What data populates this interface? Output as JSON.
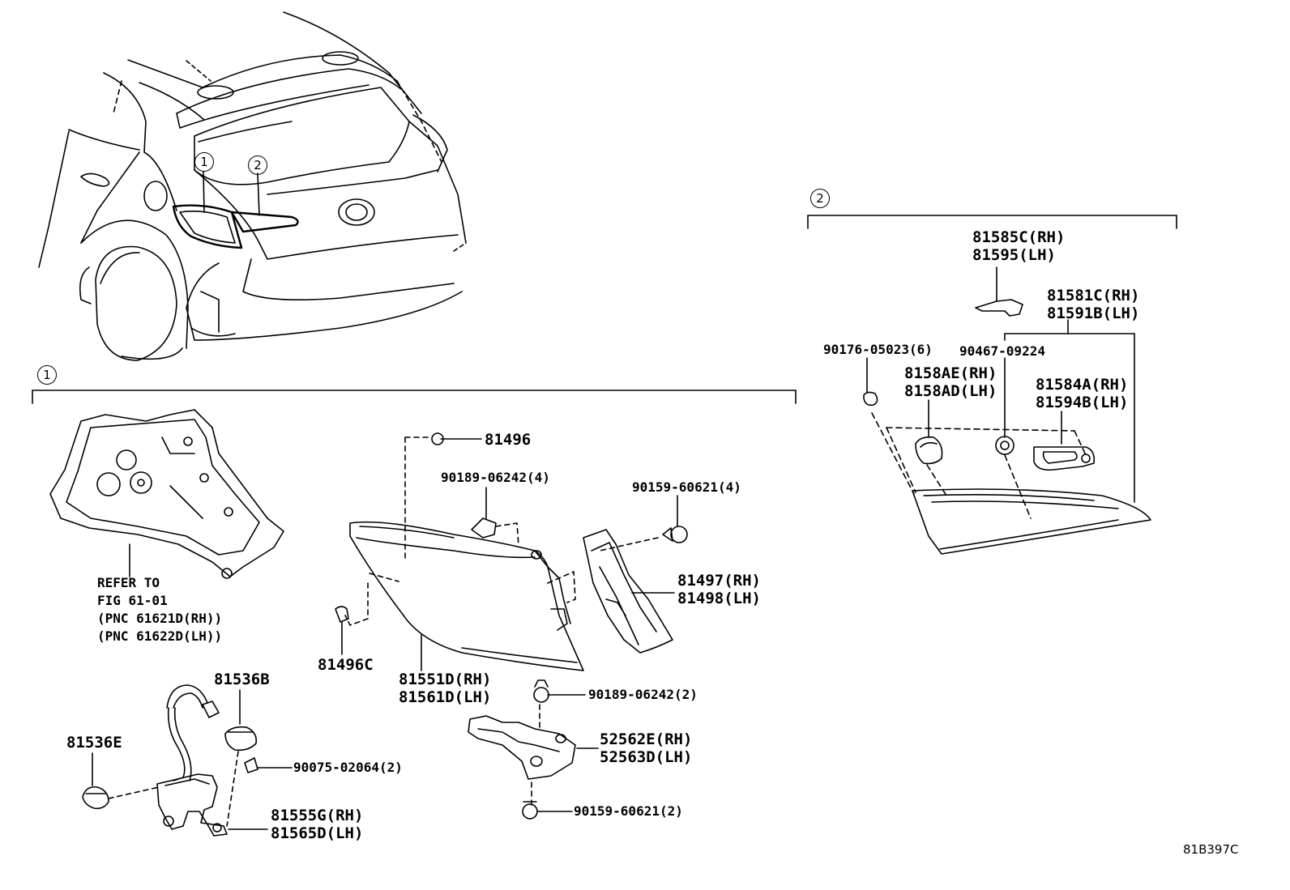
{
  "callouts": {
    "c1": "1",
    "c2": "2"
  },
  "labels": {
    "l81585c": "81585C(RH)",
    "l81595": "81595(LH)",
    "l81581c": "81581C(RH)",
    "l81591b": "81591B(LH)",
    "l90176": "90176-05023(6)",
    "l90467": "90467-09224",
    "l8158ae": "8158AE(RH)",
    "l8158ad": "8158AD(LH)",
    "l81584a": "81584A(RH)",
    "l81594b": "81594B(LH)",
    "l81496": "81496",
    "l90189a": "90189-06242(4)",
    "l90159a": "90159-60621(4)",
    "l81497": "81497(RH)",
    "l81498": "81498(LH)",
    "l81496c": "81496C",
    "l81551d": "81551D(RH)",
    "l81561d": "81561D(LH)",
    "refer1": "REFER TO",
    "refer2": "FIG 61-01",
    "refer3": "(PNC 61621D(RH))",
    "refer4": "(PNC 61622D(LH))",
    "l81536b": "81536B",
    "l81536e": "81536E",
    "l90075": "90075-02064(2)",
    "l81555g": "81555G(RH)",
    "l81565d": "81565D(LH)",
    "l90189b": "90189-06242(2)",
    "l52562e": "52562E(RH)",
    "l52563d": "52563D(LH)",
    "l90159b": "90159-60621(2)"
  },
  "figure_code": "81B397C"
}
